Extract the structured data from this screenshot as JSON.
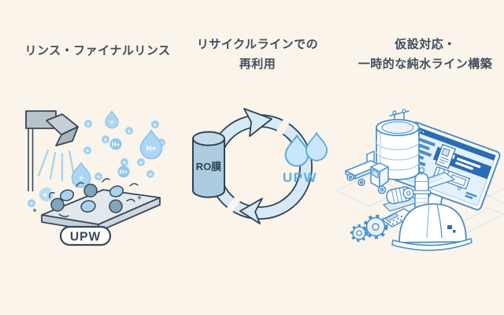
{
  "sections": [
    {
      "id": "rinse",
      "title": "リンス・ファイナルリンス",
      "badge": "UPW",
      "ion_plus": "+",
      "ion_h_plus": "H+"
    },
    {
      "id": "recycle",
      "title": "リサイクルラインでの\n再利用",
      "membrane": "RO膜",
      "upw": "UPW"
    },
    {
      "id": "temporary",
      "title": "仮設対応・\n一時的な純水ライン構築"
    }
  ],
  "colors": {
    "background": "#faf4ea",
    "title_text": "#3f4e5f",
    "outline_navy": "#36485c",
    "water_blue": "#aed6f2",
    "ring_fill": "#d7e9f4",
    "upw_accent": "#57b1e3",
    "lineart_blue": "#4b8fc6",
    "screen_band": "#2a6cb5"
  }
}
